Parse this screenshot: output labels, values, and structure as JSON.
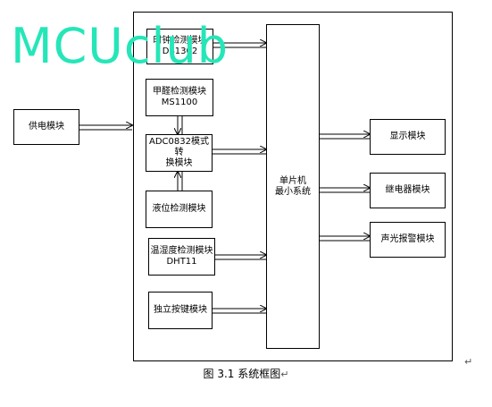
{
  "diagram": {
    "modules": {
      "clock": "时钟检测模块\nDS1302",
      "formaldehyde": "甲醛检测模块\nMS1100",
      "adc": "ADC0832模式转\n换模块",
      "level": "液位检测模块",
      "temp_humidity": "温湿度检测模块\nDHT11",
      "keys": "独立按键模块",
      "power": "供电模块",
      "mcu": "单片机\n最小系统",
      "display": "显示模块",
      "relay": "继电器模块",
      "alarm": "声光报警模块"
    },
    "caption": {
      "text": "图 3.1 系统框图",
      "mark": "↵"
    },
    "paragraph_mark": "↵",
    "watermark": "MCUclub"
  }
}
